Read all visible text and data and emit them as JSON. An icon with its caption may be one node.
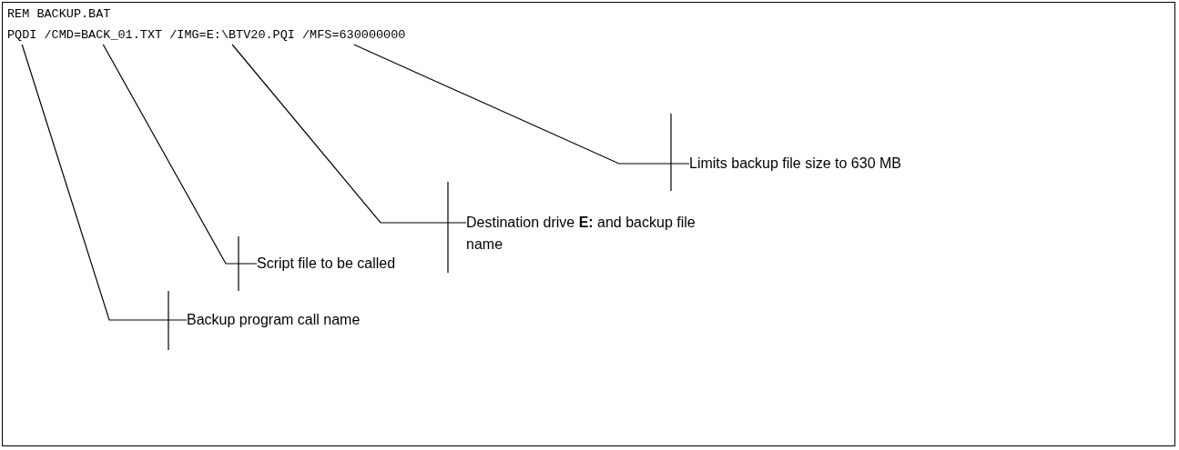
{
  "diagram": {
    "nodes": [
      {
        "text": [
          "PQDI"
        ]
      },
      {
        "text": [
          "/CMD=BACK_01.TXT"
        ]
      },
      {
        "text": [
          "/IMG=E:\\BTV20.PQI"
        ]
      },
      {
        "text": [
          "/MFS=630000000"
        ]
      },
      {
        "text": [
          "Limits backup file size to 630 MB"
        ]
      },
      {
        "text": [
          "Destination drive **E:** and backup file name"
        ]
      },
      {
        "text": [
          "Script file to be called"
        ]
      },
      {
        "text": [
          "Backup program call name"
        ]
      }
    ],
    "edges": [
      {
        "from": 4,
        "to": 3,
        "arrow": "none"
      },
      {
        "from": 5,
        "to": 2,
        "arrow": "none"
      },
      {
        "from": 6,
        "to": 1,
        "arrow": "none"
      },
      {
        "from": 7,
        "to": 0,
        "arrow": "none"
      }
    ],
    "labels": [
      "REM BACKUP.BAT"
    ]
  }
}
